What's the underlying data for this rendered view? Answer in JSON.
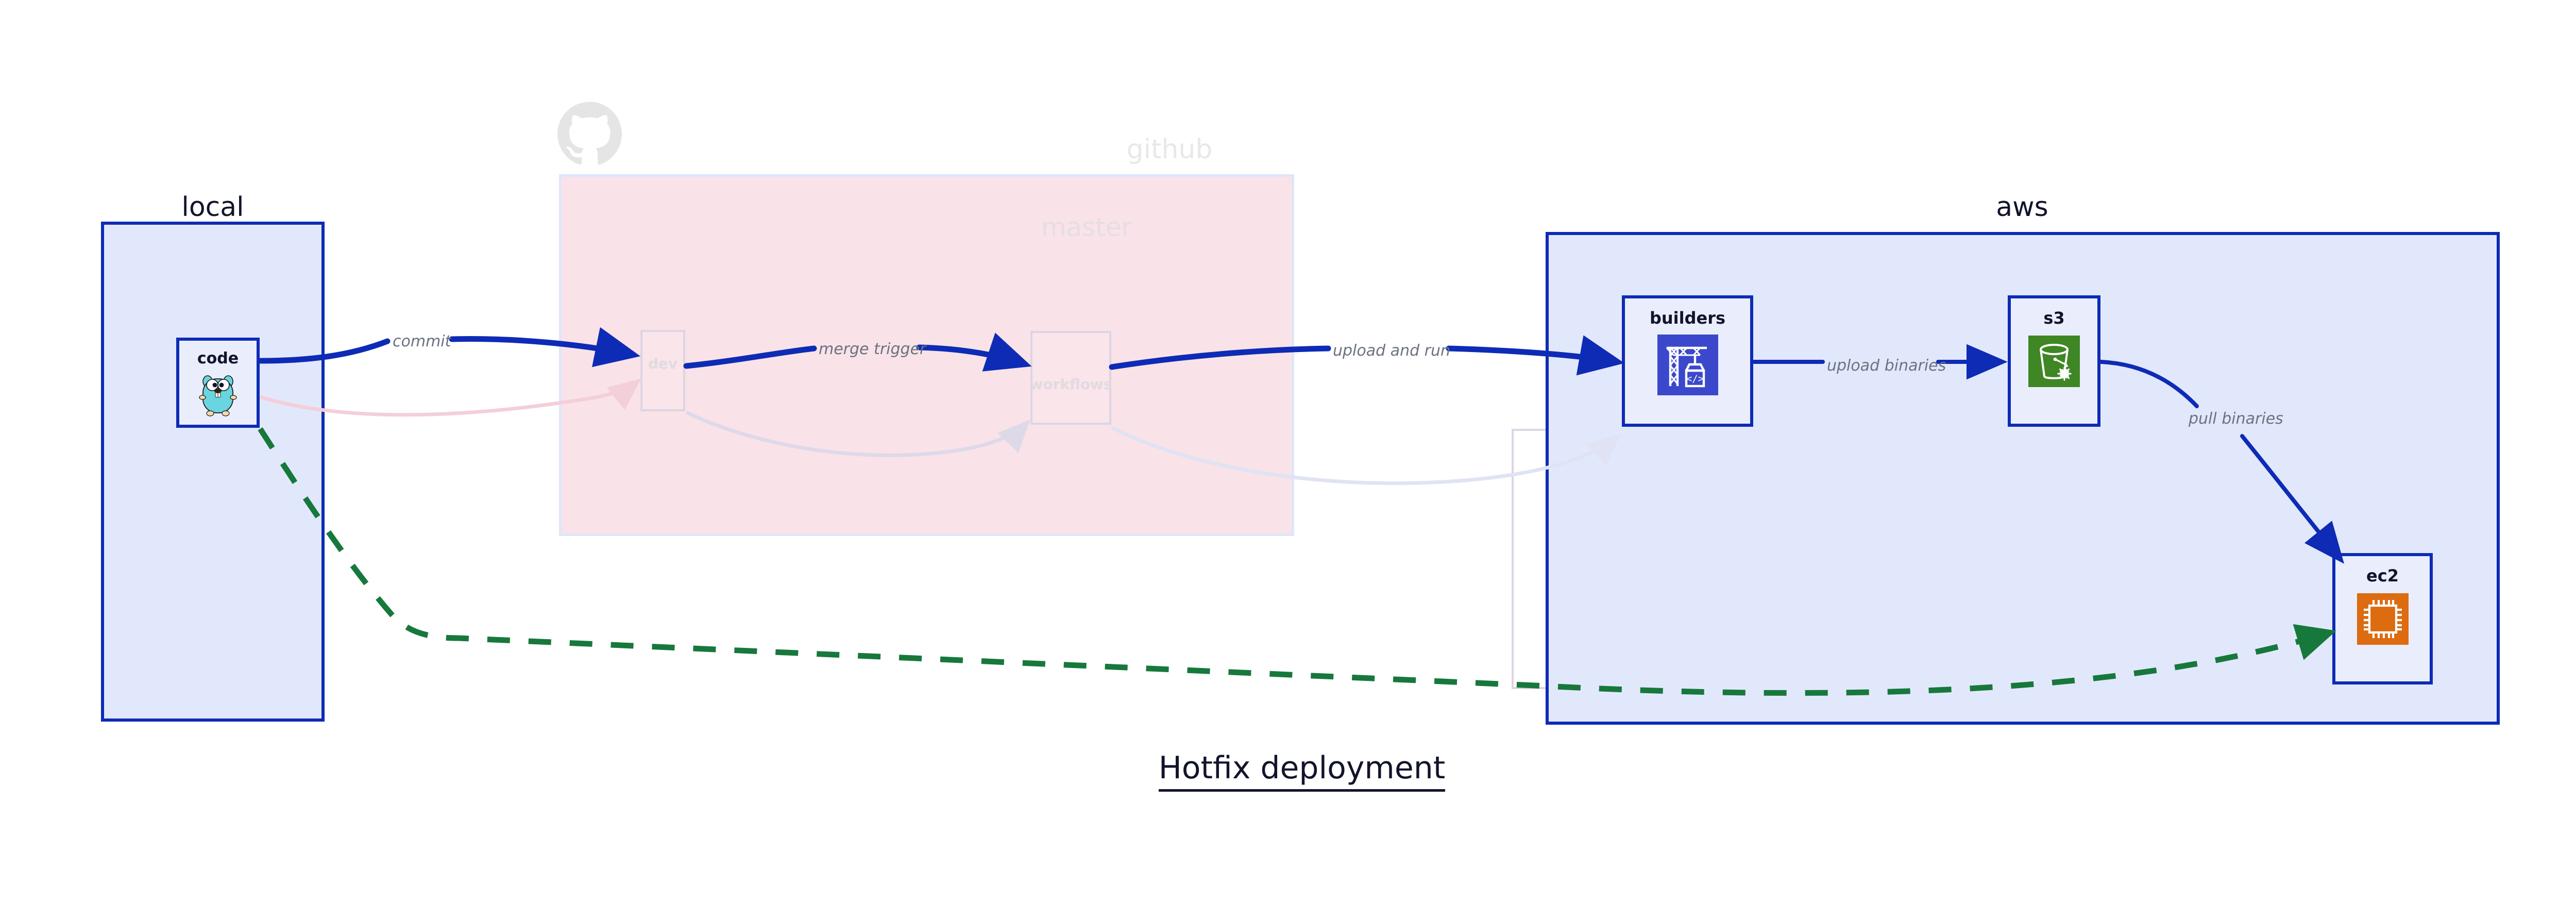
{
  "diagram": {
    "caption": "Hotfix deployment",
    "colors": {
      "group_blue_border": "#0d2bb5",
      "group_blue_fill": "#e2e8fb",
      "github_fill": "#f9e3e8",
      "edge_blue": "#0d2bb5",
      "edge_green": "#17783c",
      "ghost_gray": "#e0dbe0",
      "label_gray": "#6b7280",
      "aws_codebuild": "#3b48cc",
      "aws_s3": "#3f8624",
      "aws_ec2": "#dd6b10",
      "go_cyan": "#68d5e0"
    },
    "groups": [
      {
        "id": "local",
        "title": "local",
        "state": "active"
      },
      {
        "id": "github",
        "title": "github",
        "state": "faded"
      },
      {
        "id": "master",
        "title": "master",
        "state": "faded"
      },
      {
        "id": "aws",
        "title": "aws",
        "state": "active"
      }
    ],
    "nodes": [
      {
        "id": "code",
        "label": "code",
        "icon": "go-gopher-icon",
        "group": "local",
        "state": "active"
      },
      {
        "id": "dev",
        "label": "dev",
        "icon": "none",
        "group": "github",
        "state": "faded"
      },
      {
        "id": "workflows",
        "label": "workflows",
        "icon": "none",
        "group": "master",
        "state": "faded"
      },
      {
        "id": "builders",
        "label": "builders",
        "icon": "aws-codebuild-icon",
        "group": "aws",
        "state": "active"
      },
      {
        "id": "s3",
        "label": "s3",
        "icon": "aws-s3-glacier-icon",
        "group": "aws",
        "state": "active"
      },
      {
        "id": "ec2",
        "label": "ec2",
        "icon": "aws-ec2-chip-icon",
        "group": "aws",
        "state": "active"
      }
    ],
    "edges": [
      {
        "id": "commit",
        "label": "commit",
        "from": "code",
        "to": "dev",
        "style": "solid",
        "color": "#0d2bb5",
        "state": "active"
      },
      {
        "id": "merge-trigger",
        "label": "merge trigger",
        "from": "dev",
        "to": "workflows",
        "style": "solid",
        "color": "#0d2bb5",
        "state": "active"
      },
      {
        "id": "upload-and-run",
        "label": "upload and run",
        "from": "workflows",
        "to": "builders",
        "style": "solid",
        "color": "#0d2bb5",
        "state": "active"
      },
      {
        "id": "upload-binaries",
        "label": "upload binaries",
        "from": "builders",
        "to": "s3",
        "style": "solid",
        "color": "#0d2bb5",
        "state": "active"
      },
      {
        "id": "pull-binaries",
        "label": "pull binaries",
        "from": "s3",
        "to": "ec2",
        "style": "solid",
        "color": "#0d2bb5",
        "state": "active"
      },
      {
        "id": "hotfix-direct",
        "label": "",
        "from": "code",
        "to": "ec2",
        "style": "dashed",
        "color": "#17783c",
        "state": "active"
      },
      {
        "id": "ghost-code-dev",
        "label": "",
        "from": "code",
        "to": "dev",
        "style": "solid",
        "color": "#f6dde4",
        "state": "faded"
      },
      {
        "id": "ghost-dev-wf",
        "label": "",
        "from": "dev",
        "to": "workflows",
        "style": "solid",
        "color": "#e4e0ea",
        "state": "faded"
      },
      {
        "id": "ghost-wf-build",
        "label": "",
        "from": "workflows",
        "to": "builders",
        "style": "solid",
        "color": "#e4e6f4",
        "state": "faded"
      }
    ],
    "watermark": {
      "id": "github-octocat",
      "icon": "github-octocat-icon"
    }
  }
}
